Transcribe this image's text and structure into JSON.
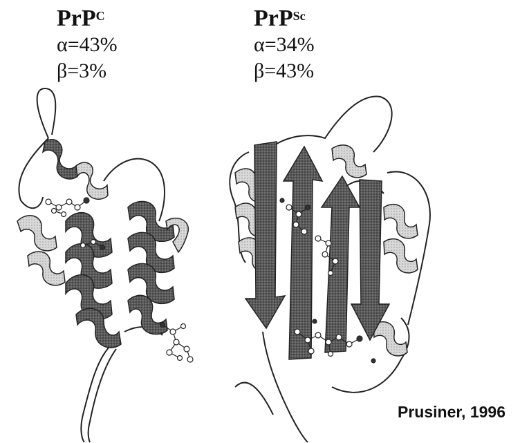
{
  "left": {
    "name": "PrP",
    "superscript": "C",
    "alpha": "α=43%",
    "beta": "β=3%"
  },
  "right": {
    "name": "PrP",
    "superscript": "Sc",
    "alpha": "α=34%",
    "beta": "β=43%"
  },
  "citation": "Prusiner, 1996",
  "colors": {
    "ribbon_dark": "#4a4a4a",
    "ribbon_light": "#e6e6e6",
    "coil": "#ffffff",
    "outline": "#222222"
  },
  "icons": [
    "alpha-helix-ribbon",
    "beta-sheet-arrow",
    "ball-and-stick-residue"
  ]
}
